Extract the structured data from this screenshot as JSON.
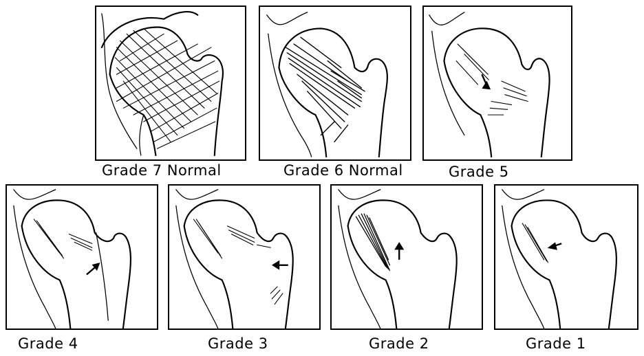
{
  "figure": {
    "panels": [
      {
        "id": "grade-7",
        "caption": "Grade 7 Normal",
        "trabecular_pattern": "dense-crosshatch",
        "arrow": "none"
      },
      {
        "id": "grade-6",
        "caption": "Grade 6 Normal",
        "trabecular_pattern": "heavy-oblique",
        "arrow": "none"
      },
      {
        "id": "grade-5",
        "caption": "Grade 5",
        "trabecular_pattern": "moderate",
        "arrow": "down"
      },
      {
        "id": "grade-4",
        "caption": "Grade 4",
        "trabecular_pattern": "sparse",
        "arrow": "up-right"
      },
      {
        "id": "grade-3",
        "caption": "Grade 3",
        "trabecular_pattern": "sparse-with-break",
        "arrow": "left"
      },
      {
        "id": "grade-2",
        "caption": "Grade 2",
        "trabecular_pattern": "head-only",
        "arrow": "up"
      },
      {
        "id": "grade-1",
        "caption": "Grade 1",
        "trabecular_pattern": "minimal",
        "arrow": "left-up"
      }
    ],
    "colors": {
      "ink": "#000000",
      "paper": "#ffffff"
    }
  }
}
